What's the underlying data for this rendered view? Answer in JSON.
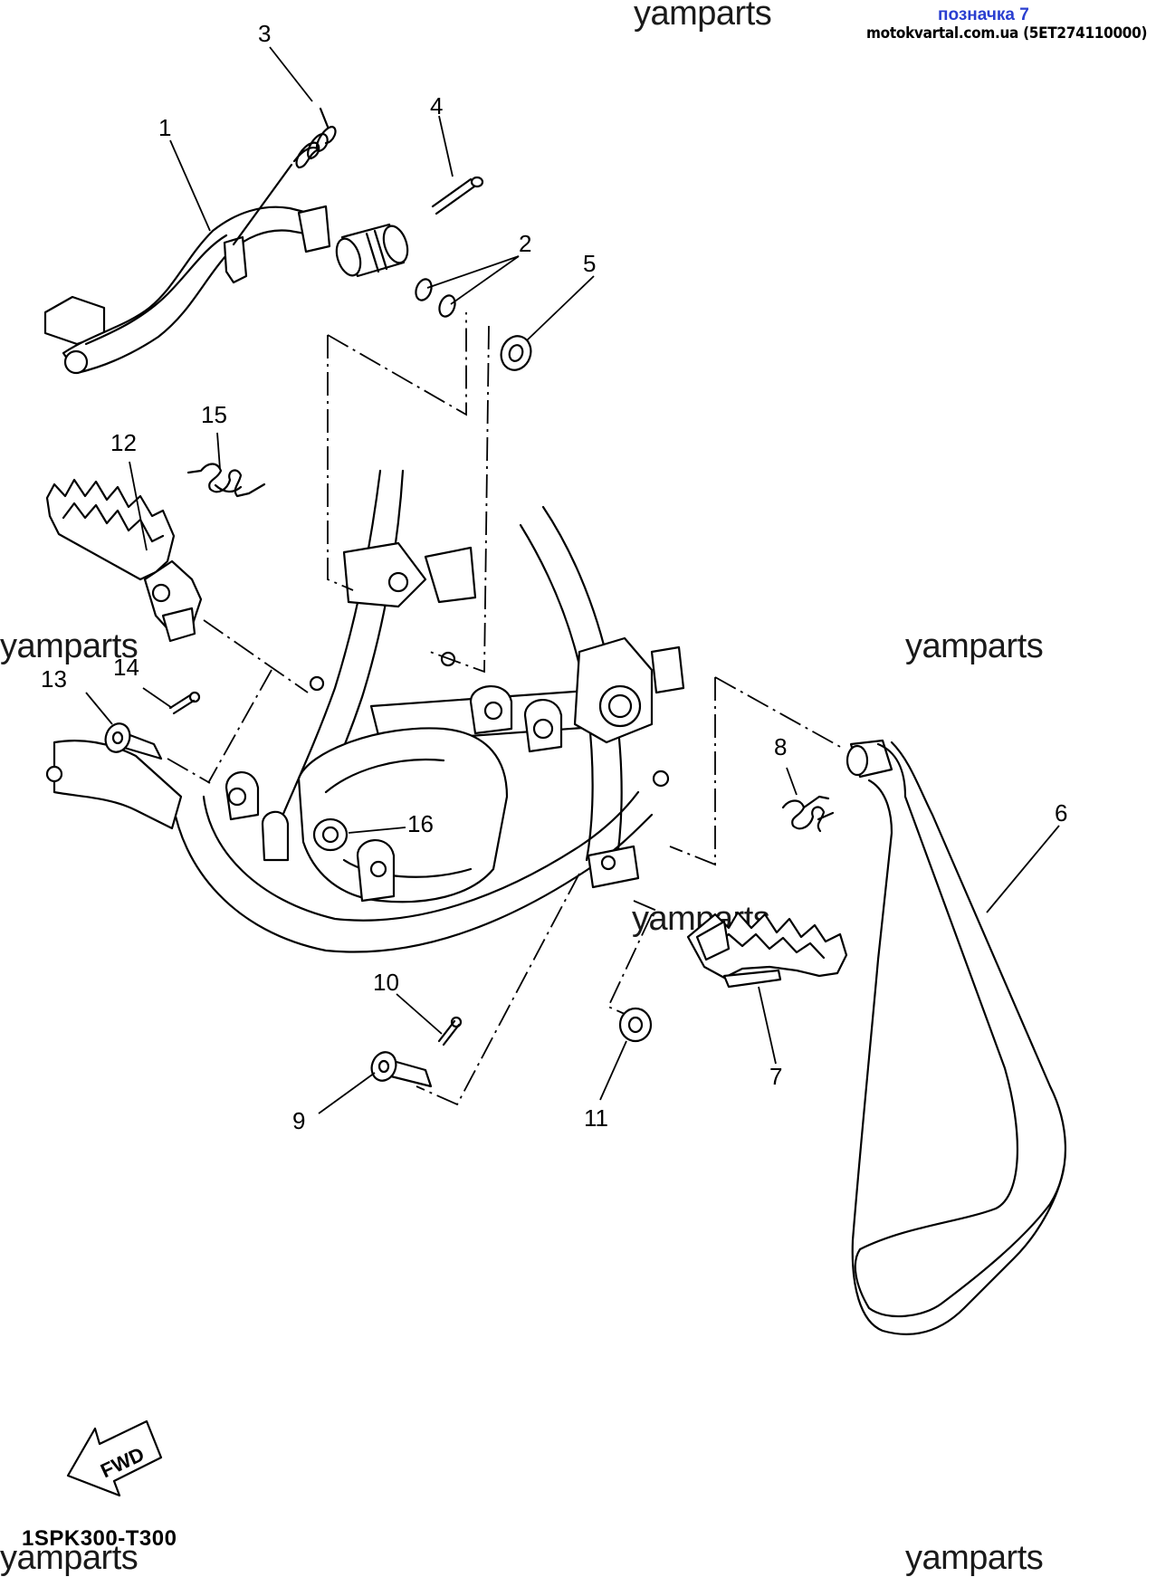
{
  "header": {
    "link_text": "позначка 7",
    "site_text": "motokvartal.com.ua (5ET274110000)"
  },
  "watermark": "yamparts",
  "callouts": [
    "1",
    "2",
    "3",
    "4",
    "5",
    "6",
    "7",
    "8",
    "9",
    "10",
    "11",
    "12",
    "13",
    "14",
    "15",
    "16"
  ],
  "fwd_label": "FWD",
  "diagram_code": "1SPK300-T300"
}
